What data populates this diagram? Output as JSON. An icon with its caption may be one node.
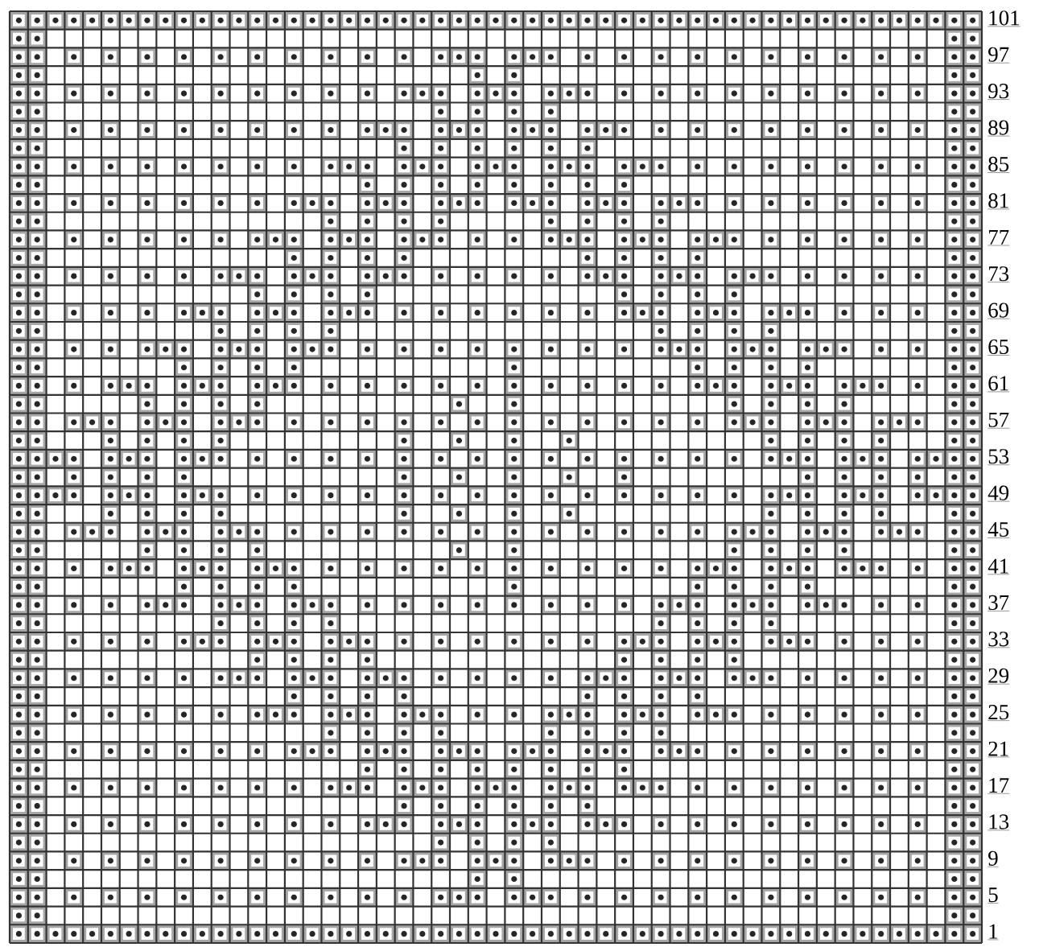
{
  "diagram": {
    "labels": [
      "101",
      "97",
      "93",
      "89",
      "85",
      "81",
      "77",
      "73",
      "69",
      "65",
      "61",
      "57",
      "53",
      "49",
      "45",
      "41",
      "37",
      "33",
      "29",
      "25",
      "21",
      "17",
      "13",
      "9",
      "5",
      "1"
    ]
  }
}
